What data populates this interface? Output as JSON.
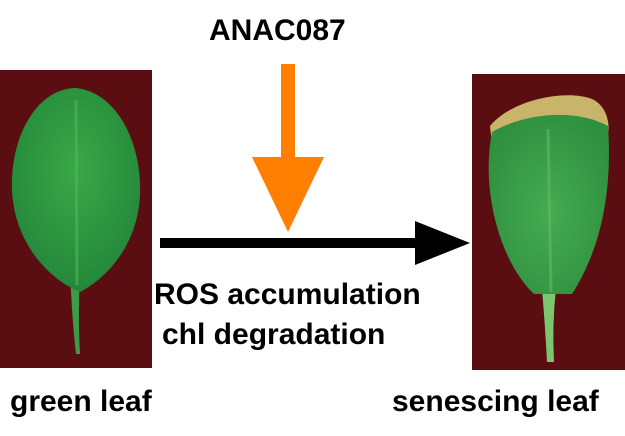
{
  "diagram": {
    "regulator": "ANAC087",
    "process_lines": [
      "ROS accumulation",
      "chl degradation"
    ],
    "left_leaf_label": "green leaf",
    "right_leaf_label": "senescing leaf",
    "colors": {
      "regulator_arrow": "#ff8000",
      "process_arrow": "#000000",
      "photo_background": "#5a0e12",
      "leaf_green": "#2f9a3c",
      "senescent_margin": "#c9b56a"
    }
  }
}
